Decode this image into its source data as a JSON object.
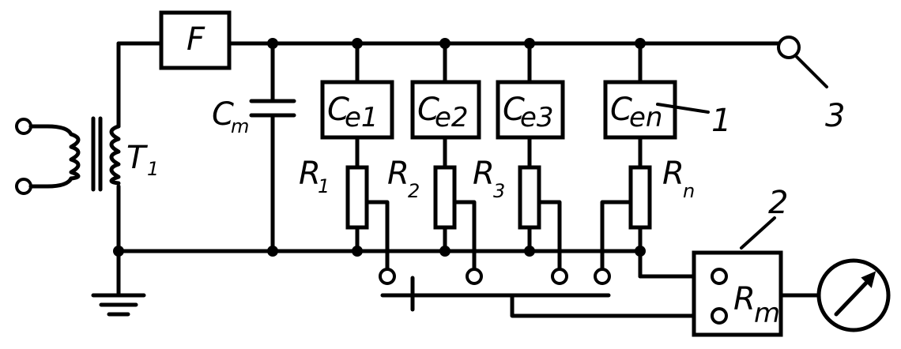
{
  "labels": {
    "filter": "F",
    "transformer": "T",
    "transformer_sub": "1",
    "cap_main": "C",
    "cap_main_sub": "m",
    "elements": [
      {
        "name": "C",
        "sub": "e1"
      },
      {
        "name": "C",
        "sub": "e2"
      },
      {
        "name": "C",
        "sub": "e3"
      },
      {
        "name": "C",
        "sub": "en"
      }
    ],
    "resistors": [
      {
        "name": "R",
        "sub": "1"
      },
      {
        "name": "R",
        "sub": "2"
      },
      {
        "name": "R",
        "sub": "3"
      },
      {
        "name": "R",
        "sub": "n"
      }
    ],
    "meter": "R",
    "meter_sub": "m",
    "callout_1": "1",
    "callout_2": "2",
    "callout_3": "3"
  }
}
